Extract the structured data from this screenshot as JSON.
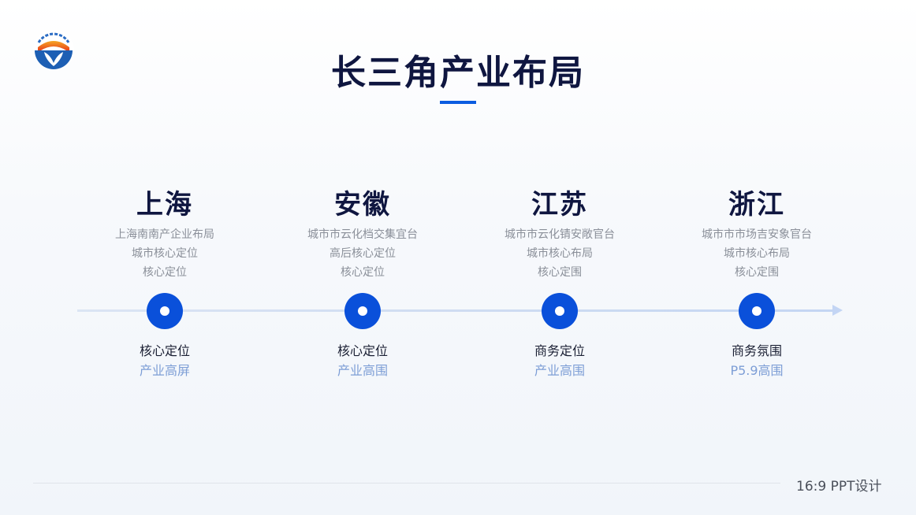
{
  "header": {
    "title": "长三角产业布局",
    "logo_icon": "sun-leaf-logo-icon"
  },
  "colors": {
    "title": "#0f1640",
    "accent": "#0b5ce0",
    "node_blue": "#0a50da",
    "sub_label": "#7d9ed6",
    "desc_gray": "#8a8f99"
  },
  "timeline": {
    "nodes": [
      {
        "name": "上海",
        "desc": [
          "上海南南产企业布局",
          "城市核心定位",
          "核心定位"
        ],
        "label_main": "核心定位",
        "label_sub": "产业高屏"
      },
      {
        "name": "安徽",
        "desc": [
          "城市市云化档交集宜台",
          "高后核心定位",
          "核心定位"
        ],
        "label_main": "核心定位",
        "label_sub": "产业高围"
      },
      {
        "name": "江苏",
        "desc": [
          "城市市云化锖安敞官台",
          "城市核心布局",
          "核心定围"
        ],
        "label_main": "商务定位",
        "label_sub": "产业高围"
      },
      {
        "name": "浙江",
        "desc": [
          "城市市市场吉安象官台",
          "城市核心布局",
          "核心定围"
        ],
        "label_main": "商务氛围",
        "label_sub": "P5.9高围"
      }
    ]
  },
  "footer": {
    "text": "16:9 PPT设计"
  }
}
